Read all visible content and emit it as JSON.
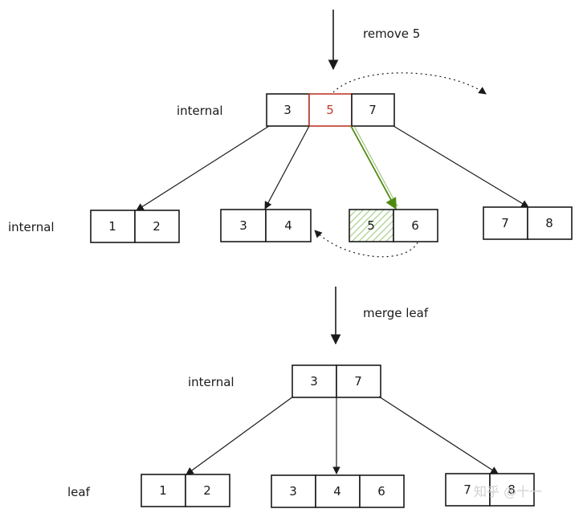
{
  "colors": {
    "ink": "#1a1a1a",
    "removed_key": "#c0392b",
    "moved_pointer": "#4f8a10",
    "hatch_fill": "#a8d08d"
  },
  "top": {
    "step1_label": "remove 5",
    "root_label": "internal",
    "root_keys": [
      "3",
      "5",
      "7"
    ],
    "children_label": "internal",
    "children": [
      [
        "1",
        "2"
      ],
      [
        "3",
        "4"
      ],
      [
        "5",
        "6"
      ],
      [
        "7",
        "8"
      ]
    ]
  },
  "bottom": {
    "step2_label": "merge leaf",
    "root_label": "internal",
    "root_keys": [
      "3",
      "7"
    ],
    "leaves_label": "leaf",
    "leaves": [
      [
        "1",
        "2"
      ],
      [
        "3",
        "4",
        "6"
      ],
      [
        "7",
        "8"
      ]
    ]
  },
  "watermark": "知乎 @十一"
}
